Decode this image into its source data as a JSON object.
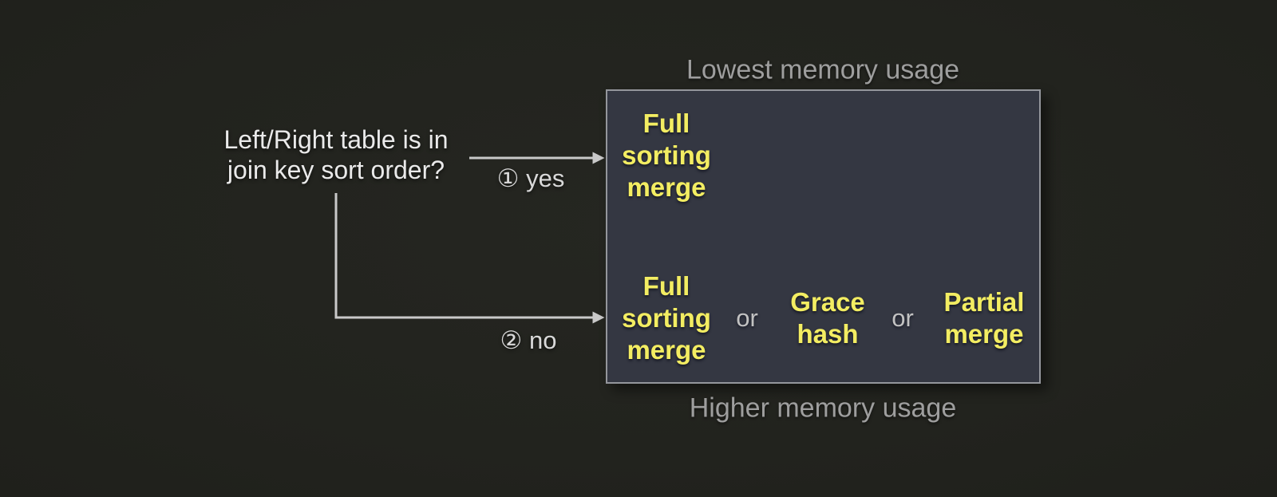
{
  "diagram": {
    "question": "Left/Right table is in\njoin key sort order?",
    "branches": [
      {
        "id": "yes",
        "label": "① yes"
      },
      {
        "id": "no",
        "label": "②  no"
      }
    ],
    "box": {
      "top_label": "Lowest memory usage",
      "bottom_label": "Higher memory usage",
      "sorted_row": {
        "algorithms": [
          "Full\nsorting\nmerge"
        ]
      },
      "unsorted_row": {
        "separator": "or",
        "algorithms": [
          "Full\nsorting\nmerge",
          "Grace\nhash",
          "Partial\nmerge"
        ]
      }
    },
    "colors": {
      "background": "#232420",
      "box_fill": "#343742",
      "box_border": "#94969c",
      "algorithm_text": "#f3ed62",
      "memory_label_text": "#9e9e9e",
      "question_text": "#eaeaea",
      "branch_label_text": "#d9d9d9",
      "arrow": "#c9c9c9",
      "separator_text": "#c2c2c2"
    }
  }
}
